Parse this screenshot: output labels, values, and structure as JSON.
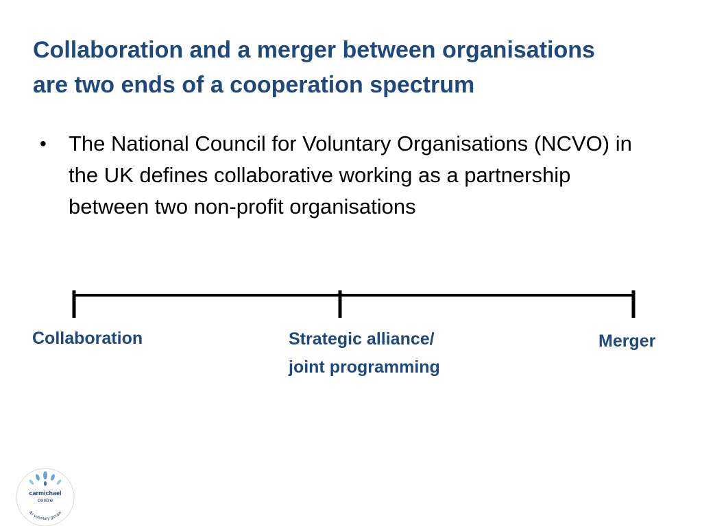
{
  "slide": {
    "title_line1": "Collaboration and a merger between organisations",
    "title_line2": "are two ends of a cooperation spectrum",
    "bullet_symbol": "•",
    "bullet_text": "The National Council for Voluntary Organisations (NCVO) in the UK defines collaborative working as a partnership between two non-profit organisations"
  },
  "spectrum": {
    "left_label": "Collaboration",
    "middle_label_line1": "Strategic alliance/",
    "middle_label_line2": "joint programming",
    "right_label": "Merger"
  },
  "logo": {
    "name": "carmichael",
    "sub": "centre",
    "tagline": "for voluntary groups"
  },
  "colors": {
    "title": "#1f497d",
    "text": "#000000",
    "line": "#000000"
  }
}
